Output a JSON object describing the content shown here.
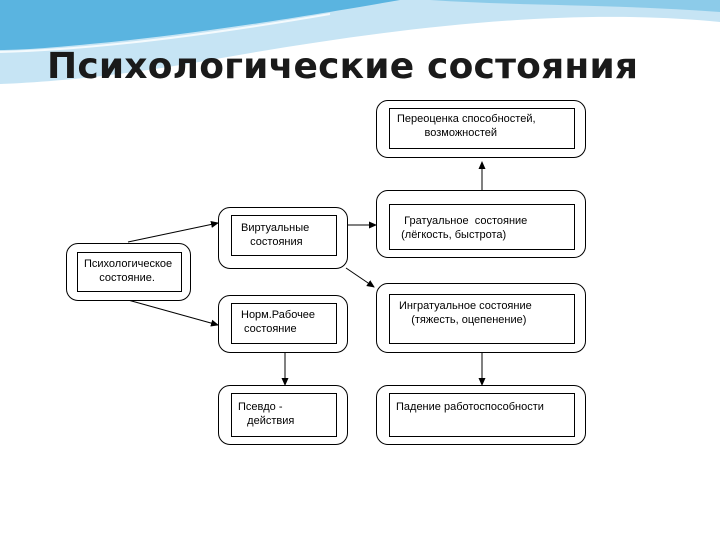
{
  "slide": {
    "title": "Психологические состояния"
  },
  "diagram": {
    "nodes": {
      "overestimation": "Переоценка способностей,\n         возможностей",
      "virtual": "Виртуальные\n   состояния",
      "gratual": "   Гратуальное  состояние\n  (лёгкость, быстрота)",
      "psych_state": "Психологическое\n     состояние.",
      "normal_work": "Норм.Рабочее\n состояние",
      "ingratual": "Ингратуальное состояние\n    (тяжесть, оцепенение)",
      "pseudo": "Псевдо -\n   действия",
      "decline": "Падение работоспособности"
    }
  },
  "colors": {
    "accent_blue": "#5ab4e0",
    "light_blue": "#c6e4f4",
    "line": "#000000"
  }
}
